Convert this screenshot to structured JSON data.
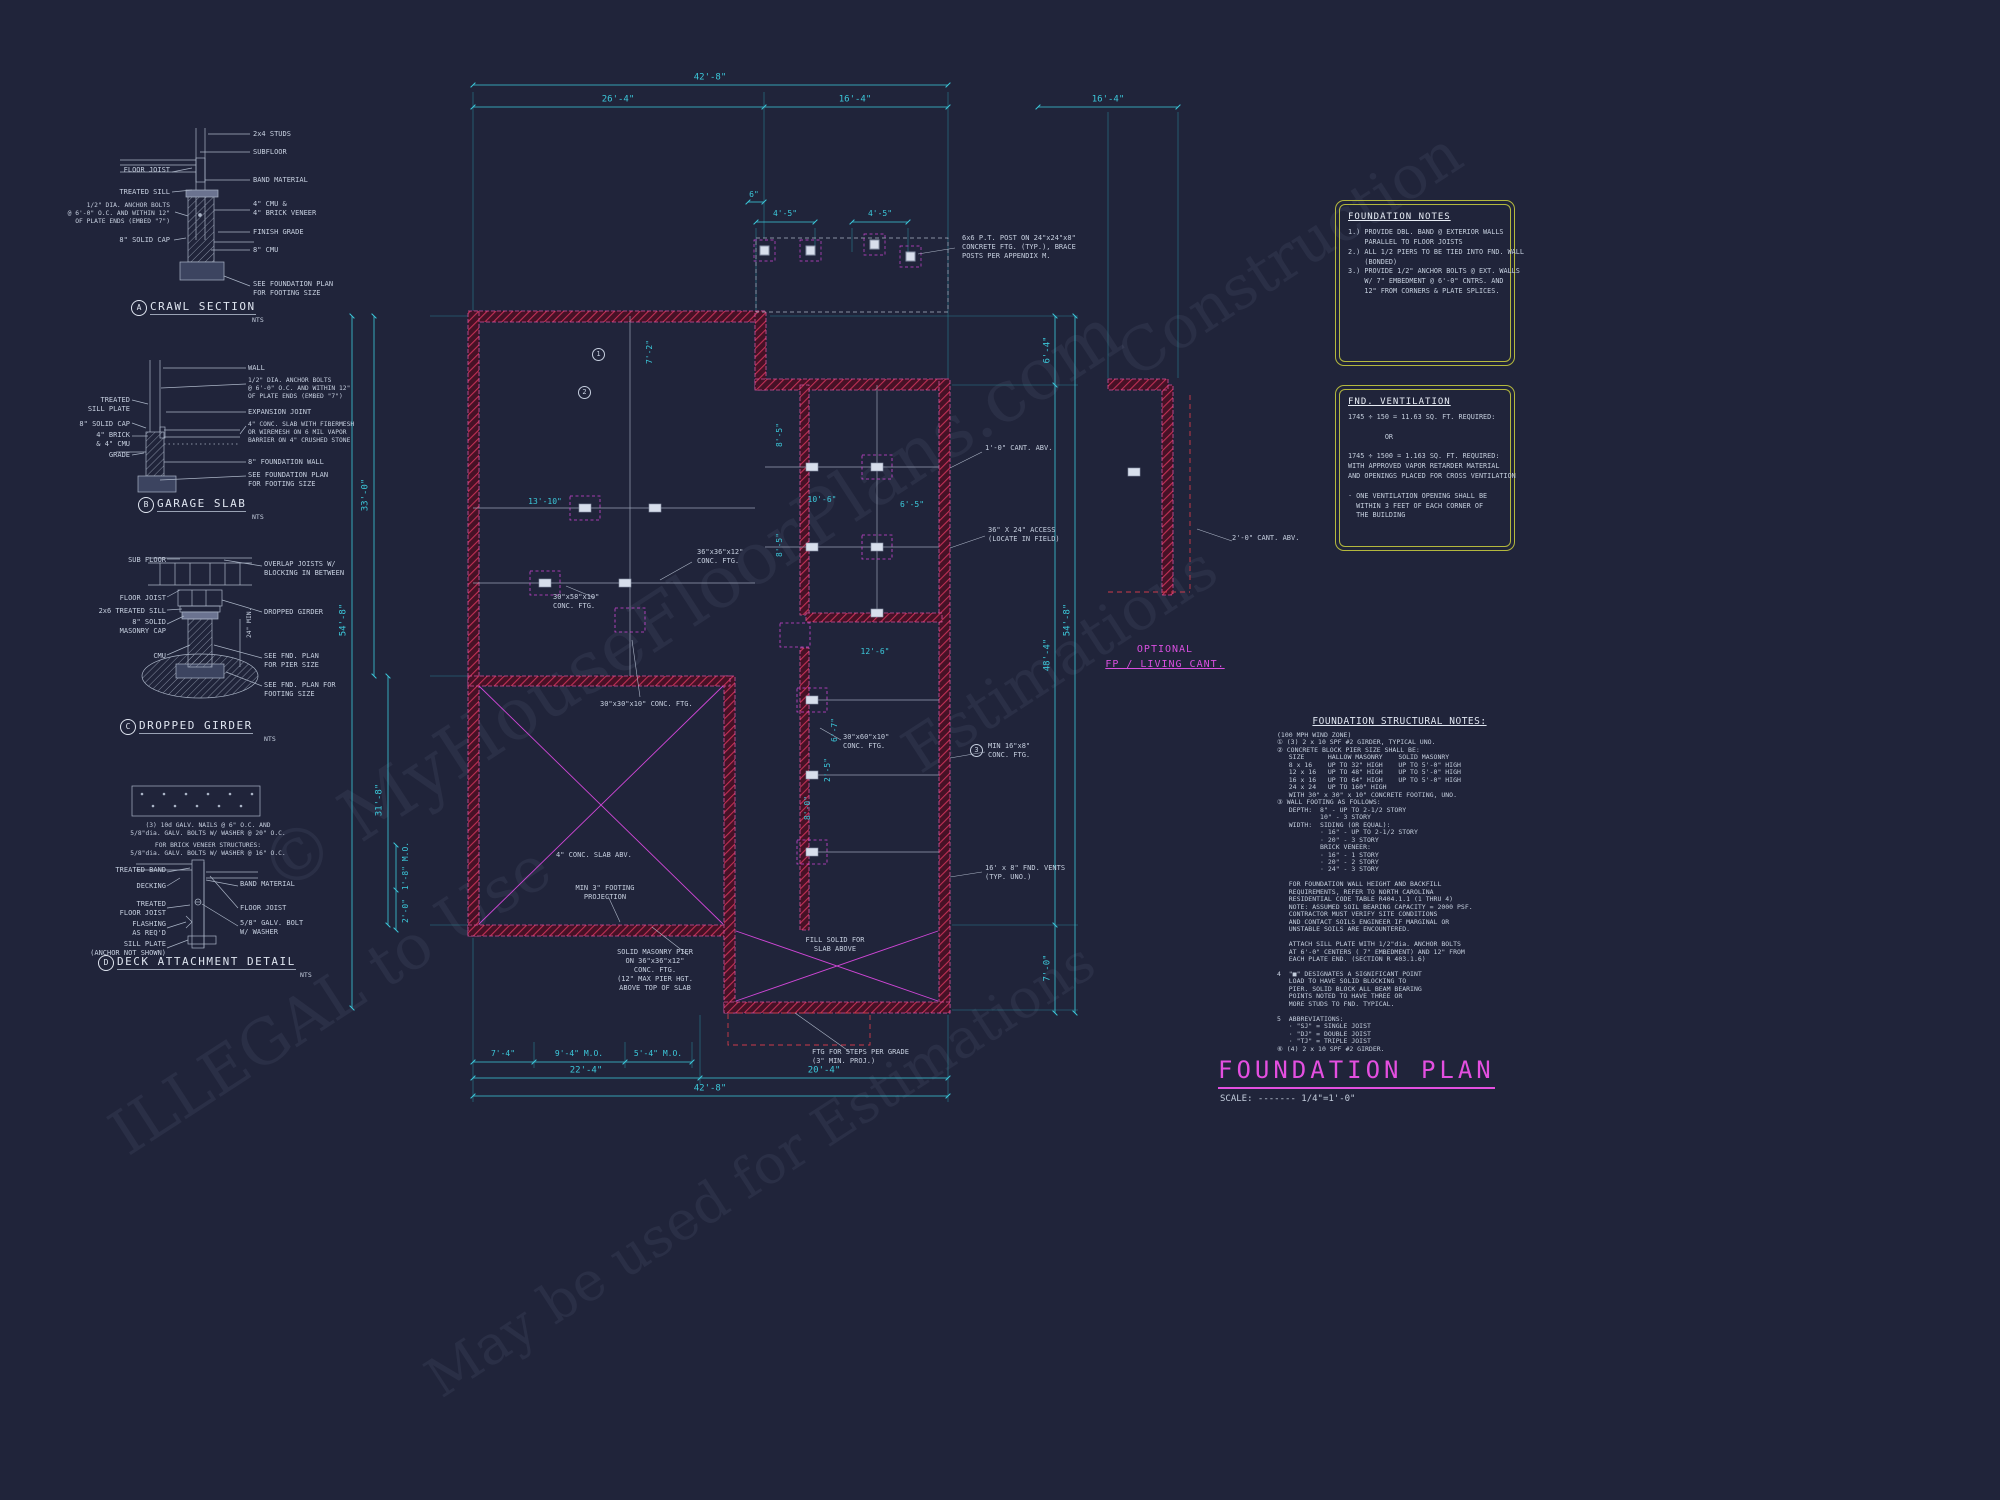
{
  "watermarks": {
    "wm1": "© MyHouseFloorPlans.com",
    "wm2": "ILLEGAL to Use",
    "wm3": "May be used for Estimations",
    "wm4": "Construction",
    "wm5": "Estimations"
  },
  "details": {
    "crawl": {
      "letter": "A",
      "title": "CRAWL SECTION",
      "nts": "NTS",
      "labels": [
        "2x4 STUDS",
        "SUBFLOOR",
        "FLOOR JOIST",
        "TREATED SILL",
        "1/2\" DIA. ANCHOR BOLTS\n@ 6'-0\" O.C. AND WITHIN 12\"\nOF PLATE ENDS (EMBED \"7\")",
        "8\" SOLID CAP",
        "BAND MATERIAL",
        "4\" CMU &\n4\" BRICK VENEER",
        "FINISH GRADE",
        "8\" CMU",
        "SEE FOUNDATION PLAN\nFOR FOOTING SIZE"
      ]
    },
    "garage": {
      "letter": "B",
      "title": "GARAGE SLAB",
      "nts": "NTS",
      "labels": [
        "WALL",
        "1/2\" DIA. ANCHOR BOLTS\n@ 6'-0\" O.C. AND WITHIN 12\"\nOF PLATE ENDS (EMBED \"7\")",
        "TREATED\nSILL PLATE",
        "EXPANSION JOINT",
        "8\" SOLID CAP",
        "4\" BRICK\n& 4\" CMU",
        "4\" CONC. SLAB WITH FIBERMESH\nOR WIREMESH ON 6 MIL VAPOR\nBARRIER ON 4\" CRUSHED STONE",
        "GRADE",
        "8\" FOUNDATION WALL",
        "SEE FOUNDATION PLAN\nFOR FOOTING SIZE"
      ]
    },
    "girder": {
      "letter": "C",
      "title": "DROPPED GIRDER",
      "nts": "NTS",
      "labels": [
        "SUB FLOOR",
        "OVERLAP JOISTS W/\nBLOCKING IN BETWEEN",
        "FLOOR JOIST",
        "DROPPED GIRDER",
        "2x6 TREATED SILL",
        "8\" SOLID\nMASONRY CAP",
        "CMU",
        "24\" MIN.",
        "SEE FND. PLAN\nFOR PIER SIZE",
        "SEE FND. PLAN FOR\nFOOTING SIZE"
      ]
    },
    "deck": {
      "letter": "D",
      "title": "DECK ATTACHMENT DETAIL",
      "nts": "NTS",
      "labels": [
        "(3) 10d GALV. NAILS @ 6\" O.C. AND\n5/8\"dia. GALV. BOLTS W/ WASHER @ 20\" O.C.",
        "FOR BRICK VENEER STRUCTURES:\n5/8\"dia. GALV. BOLTS W/ WASHER @ 16\" O.C.",
        "TREATED BAND",
        "DECKING",
        "BAND MATERIAL",
        "TREATED\nFLOOR JOIST",
        "FLOOR JOIST",
        "FLASHING\nAS REQ'D",
        "5/8\" GALV. BOLT\nW/ WASHER",
        "SILL PLATE\n(ANCHOR NOT SHOWN)"
      ]
    }
  },
  "plan": {
    "dims": {
      "top_overall": "42'-8\"",
      "top_left": "26'-4\"",
      "top_right": "16'-4\"",
      "far_right": "16'-4\"",
      "six": "6\"",
      "d45a": "4'-5\"",
      "d45b": "4'-5\"",
      "left_a": "33'-0\"",
      "left_b": "54'-8\"",
      "left_c": "31'-8\"",
      "left_d": "1'-8\" M.O.",
      "left_e": "2'-0\"",
      "right_a": "6'-4\"",
      "right_b": "48'-4\"",
      "right_c": "54'-8\"",
      "right_d": "7'-0\"",
      "bot_a": "7'-4\"",
      "bot_b": "9'-4\" M.O.",
      "bot_c": "5'-4\" M.O.",
      "bot_d": "22'-4\"",
      "bot_e": "42'-8\"",
      "bot_f": "20'-4\"",
      "in_a": "7'-2\"",
      "in_b": "13'-10\"",
      "in_c": "8'-5\"",
      "in_d": "10'-6\"",
      "in_e": "6'-5\"",
      "in_f": "8'-5\"",
      "in_g": "12'-6\"",
      "in_h": "8'-0\"",
      "in_i": "6'-7\"",
      "in_j": "2'-5\""
    },
    "notes": {
      "post": "6x6 P.T. POST ON 24\"x24\"x8\"\nCONCRETE FTG. (TYP.), BRACE\nPOSTS PER APPENDIX M.",
      "cant1": "1'-0\" CANT. ABV.",
      "access": "36\" X 24\" ACCESS\n(LOCATE IN FIELD)",
      "ftg36": "36\"x36\"x12\"\nCONC. FTG.",
      "ftg3058": "30\"x58\"x10\"\nCONC. FTG.",
      "ftg3030": "30\"x30\"x10\" CONC. FTG.",
      "ftg3060": "30\"x60\"x10\"\nCONC. FTG.",
      "min168": "MIN 16\"x8\"\nCONC. FTG.",
      "k1": "1",
      "k2": "2",
      "keyed3": "3",
      "slab4": "4\" CONC. SLAB ABV.",
      "min3": "MIN 3\" FOOTING\nPROJECTION",
      "pier": "SOLID MASONRY PIER\nON 36\"x36\"x12\"\nCONC. FTG.\n(12\" MAX PIER HGT.\nABOVE TOP OF SLAB",
      "fill": "FILL SOLID FOR\nSLAB ABOVE",
      "vents": "16' x 8\" FND. VENTS\n(TYP. UNO.)",
      "steps": "FTG FOR STEPS PER GRADE\n(3\" MIN. PROJ.)"
    }
  },
  "foundation_notes": {
    "title": "FOUNDATION NOTES",
    "lines": [
      "1.) PROVIDE DBL. BAND @ EXTERIOR WALLS",
      "    PARALLEL TO FLOOR JOISTS",
      "2.) ALL 1/2 PIERS TO BE TIED INTO FND. WALL",
      "    (BONDED)",
      "3.) PROVIDE 1/2\" ANCHOR BOLTS @ EXT. WALLS",
      "    W/ 7\" EMBEDMENT @ 6'-0\" CNTRS. AND",
      "    12\" FROM CORNERS & PLATE SPLICES."
    ]
  },
  "ventilation": {
    "title": "FND. VENTILATION",
    "lines": [
      "1745 ÷ 150 = 11.63 SQ. FT. REQUIRED:",
      "",
      "         OR",
      "",
      "1745 ÷ 1500 = 1.163 SQ. FT. REQUIRED:",
      "WITH APPROVED VAPOR RETARDER MATERIAL",
      "AND OPENINGS PLACED FOR CROSS VENTILATION",
      "",
      "· ONE VENTILATION OPENING SHALL BE",
      "  WITHIN 3 FEET OF EACH CORNER OF",
      "  THE BUILDING"
    ]
  },
  "structural": {
    "title": "FOUNDATION STRUCTURAL NOTES:",
    "lines": [
      "(100 MPH WIND ZONE)",
      "① (3) 2 x 10 SPF #2 GIRDER, TYPICAL UNO.",
      "② CONCRETE BLOCK PIER SIZE SHALL BE:",
      "   SIZE      HALLOW MASONRY    SOLID MASONRY",
      "   8 x 16    UP TO 32\" HIGH    UP TO 5'-0\" HIGH",
      "   12 x 16   UP TO 48\" HIGH    UP TO 5'-0\" HIGH",
      "   16 x 16   UP TO 64\" HIGH    UP TO 5'-0\" HIGH",
      "   24 x 24   UP TO 160\" HIGH",
      "   WITH 30\" x 30\" x 10\" CONCRETE FOOTING, UNO.",
      "③ WALL FOOTING AS FOLLOWS:",
      "   DEPTH:  8\" - UP TO 2-1/2 STORY",
      "           10\" - 3 STORY",
      "   WIDTH:  SIDING (OR EQUAL):",
      "           · 16\" - UP TO 2-1/2 STORY",
      "           · 20\" - 3 STORY",
      "           BRICK VENEER:",
      "           · 16\" - 1 STORY",
      "           · 20\" - 2 STORY",
      "           · 24\" - 3 STORY",
      "",
      "   FOR FOUNDATION WALL HEIGHT AND BACKFILL",
      "   REQUIREMENTS, REFER TO NORTH CAROLINA",
      "   RESIDENTIAL CODE TABLE R404.1.1 (1 THRU 4)",
      "   NOTE: ASSUMED SOIL BEARING CAPACITY = 2000 PSF.",
      "   CONTRACTOR MUST VERIFY SITE CONDITIONS",
      "   AND CONTACT SOILS ENGINEER IF MARGINAL OR",
      "   UNSTABLE SOILS ARE ENCOUNTERED.",
      "",
      "   ATTACH SILL PLATE WITH 1/2\"dia. ANCHOR BOLTS",
      "   AT 6'-0\" CENTERS ( 7\" EMBEDMENT) AND 12\" FROM",
      "   EACH PLATE END. (SECTION R 403.1.6)",
      "",
      "4  \"■\" DESIGNATES A SIGNIFICANT POINT",
      "   LOAD TO HAVE SOLID BLOCKING TO",
      "   PIER. SOLID BLOCK ALL BEAM BEARING",
      "   POINTS NOTED TO HAVE THREE OR",
      "   MORE STUDS TO FND. TYPICAL.",
      "",
      "5  ABBREVIATIONS:",
      "   · \"SJ\" = SINGLE JOIST",
      "   · \"DJ\" = DOUBLE JOIST",
      "   · \"TJ\" = TRIPLE JOIST",
      "⑥ (4) 2 x 10 SPF #2 GIRDER."
    ]
  },
  "optional": {
    "line1": "OPTIONAL",
    "line2": "FP / LIVING CANT.",
    "cant2": "2'-0\" CANT. ABV."
  },
  "titleblock": {
    "title": "FOUNDATION PLAN",
    "scale": "SCALE: ------- 1/4\"=1'-0\""
  }
}
